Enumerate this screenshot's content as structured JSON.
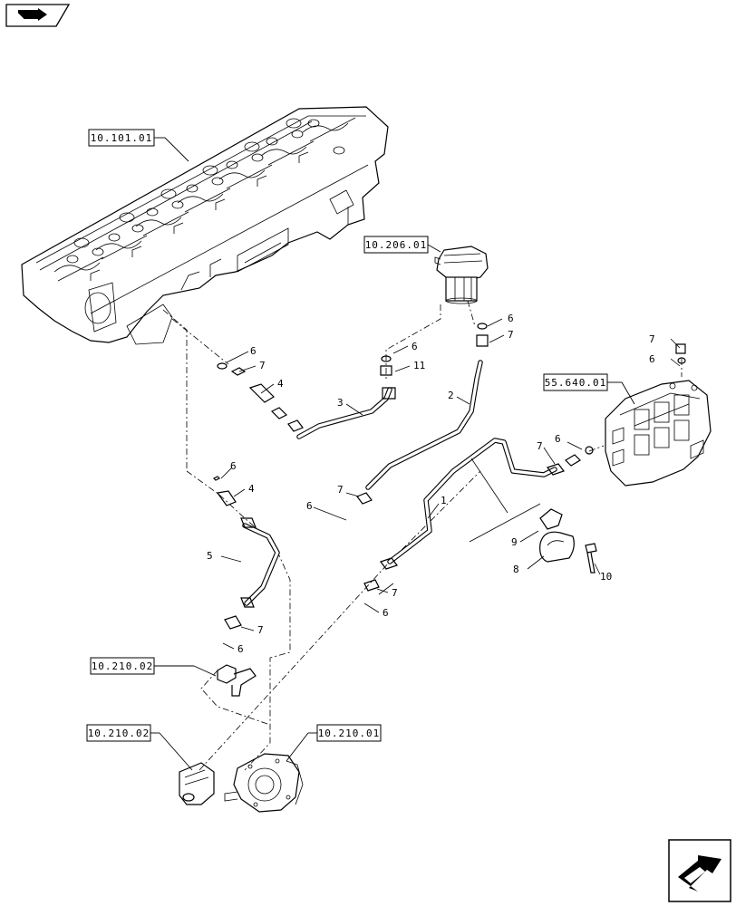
{
  "nav": {
    "top_icon": "book-arrow-icon",
    "bottom_icon": "next-page-arrow-icon"
  },
  "references": {
    "cylinder_head": "10.101.01",
    "fuel_filter": "10.206.01",
    "ecu": "55.640.01",
    "fuel_pump_ref_a": "10.210.02",
    "fuel_pump_ref_b": "10.210.02",
    "fuel_pump_ref_c": "10.210.01"
  },
  "callouts": {
    "c6_filter": "6",
    "c7_filter": "7",
    "c6_mid": "6",
    "c11": "11",
    "c2": "2",
    "c6_head": "6",
    "c7_head": "7",
    "c4_head": "4",
    "c3": "3",
    "c7_ecu_top": "7",
    "c6_ecu_top": "6",
    "c7_ecu": "7",
    "c6_ecu": "6",
    "c6_left": "6",
    "c4_left": "4",
    "c5": "5",
    "c7_mid": "7",
    "c6_mid2": "6",
    "c1": "1",
    "c9": "9",
    "c8": "8",
    "c10": "10",
    "c7_low": "7",
    "c6_low": "6",
    "c7_left_low": "7",
    "c6_left_low": "6"
  }
}
